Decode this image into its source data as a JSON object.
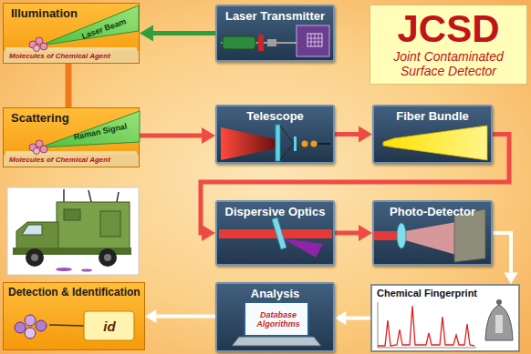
{
  "diagram": {
    "nodes": [
      {
        "text": [
          "Illumination",
          "Laser Beam",
          "Molecules of Chemical Agent"
        ]
      },
      {
        "text": [
          "Laser Transmitter"
        ]
      },
      {
        "text": [
          "JCSD",
          "Joint Contaminated Surface Detector"
        ]
      },
      {
        "text": [
          "Scattering",
          "Raman Signal",
          "Molecules of Chemical Agent"
        ]
      },
      {
        "text": [
          "Telescope"
        ]
      },
      {
        "text": [
          "Fiber Bundle"
        ]
      },
      {
        "text": [
          "Dispersive Optics"
        ]
      },
      {
        "text": [
          "Photo-Detector"
        ]
      },
      {
        "text": [
          "Detection & Identification",
          "id"
        ]
      },
      {
        "text": [
          "Analysis",
          "Database Algorithms"
        ]
      },
      {
        "text": [
          "Chemical Fingerprint"
        ]
      }
    ],
    "edges": [
      {
        "from": 1,
        "to": 0,
        "arrow": "to"
      },
      {
        "from": 0,
        "to": 3,
        "arrow": "none"
      },
      {
        "from": 3,
        "to": 4,
        "arrow": "to"
      },
      {
        "from": 4,
        "to": 5,
        "arrow": "to"
      },
      {
        "from": 5,
        "to": 6,
        "arrow": "to"
      },
      {
        "from": 6,
        "to": 7,
        "arrow": "to"
      },
      {
        "from": 7,
        "to": 10,
        "arrow": "to"
      },
      {
        "from": 10,
        "to": 9,
        "arrow": "to"
      },
      {
        "from": 9,
        "to": 8,
        "arrow": "to"
      }
    ]
  }
}
